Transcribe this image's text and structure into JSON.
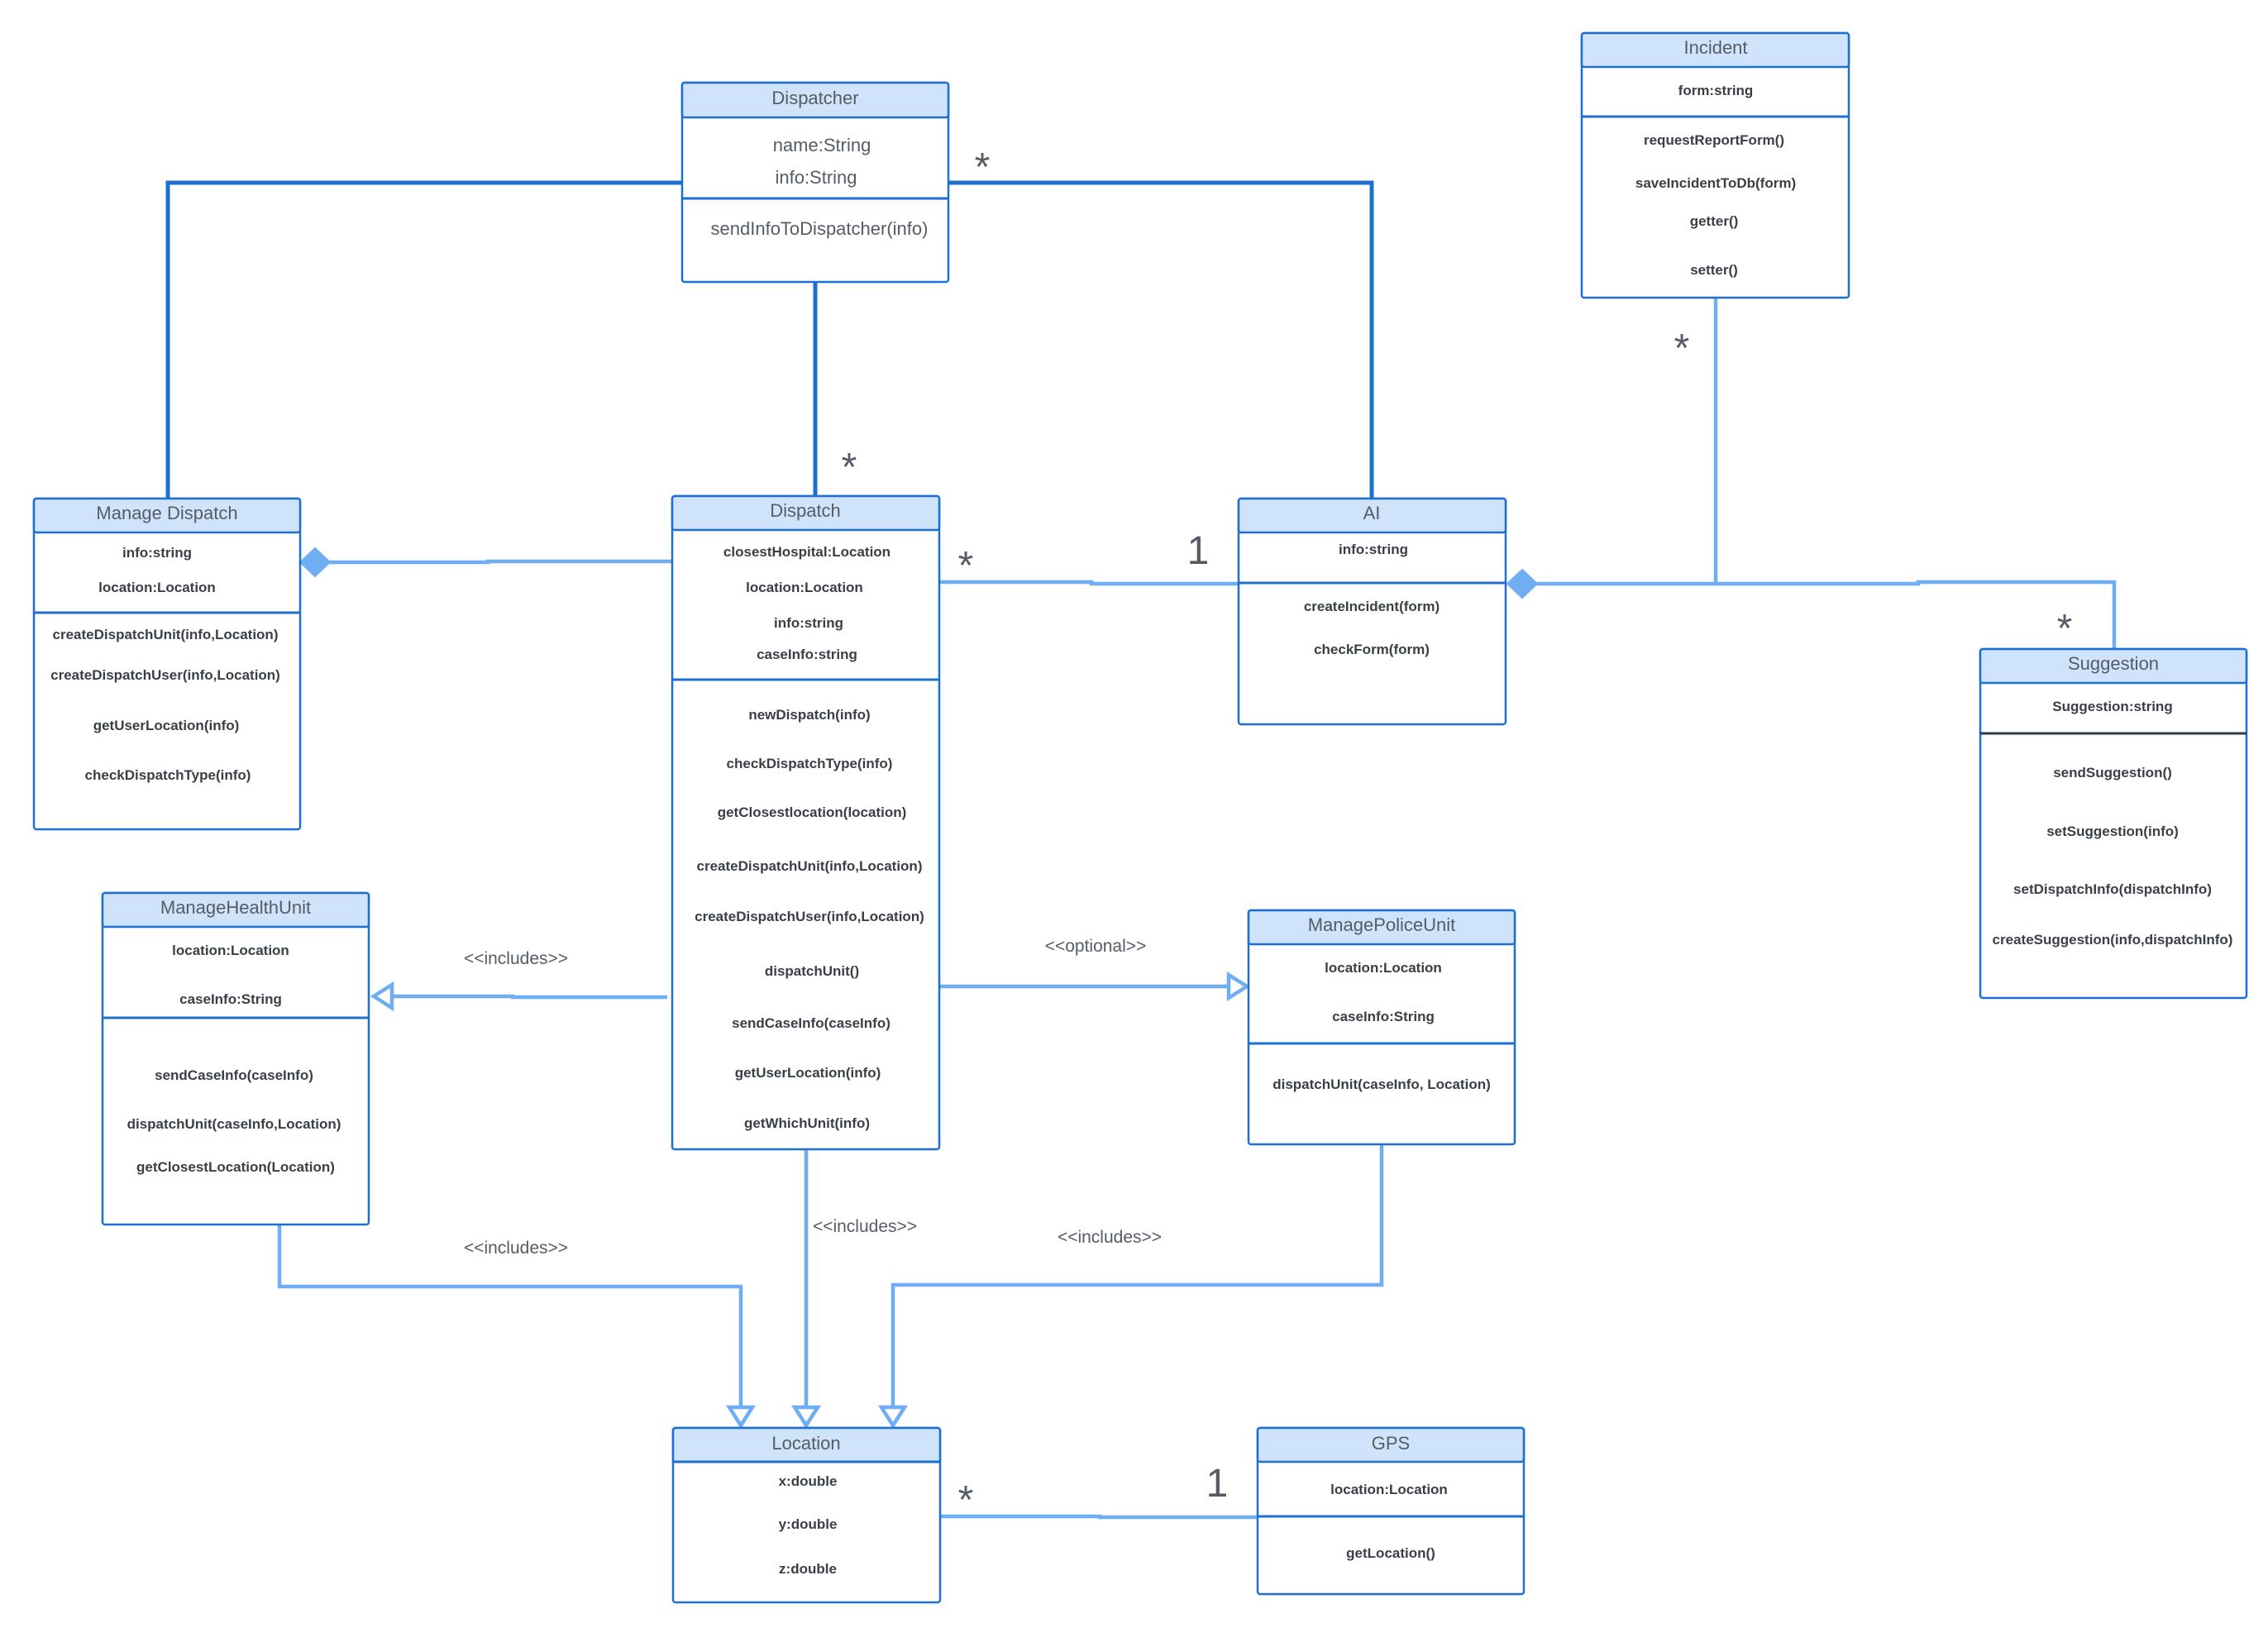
{
  "classes": {
    "dispatcher": {
      "title": "Dispatcher",
      "attrs": [
        "name:String",
        "info:String"
      ],
      "methods": [
        "sendInfoToDispatcher(info)"
      ]
    },
    "incident": {
      "title": "Incident",
      "attrs": [
        "form:string"
      ],
      "methods": [
        "requestReportForm()",
        "saveIncidentToDb(form)",
        "getter()",
        "setter()"
      ]
    },
    "manage_dispatch": {
      "title": "Manage Dispatch",
      "attrs": [
        "info:string",
        "location:Location"
      ],
      "methods": [
        "createDispatchUnit(info,Location)",
        "createDispatchUser(info,Location)",
        "getUserLocation(info)",
        "checkDispatchType(info)"
      ]
    },
    "dispatch": {
      "title": "Dispatch",
      "attrs": [
        "closestHospital:Location",
        "location:Location",
        "info:string",
        "caseInfo:string"
      ],
      "methods": [
        "newDispatch(info)",
        "checkDispatchType(info)",
        "getClosestlocation(location)",
        "createDispatchUnit(info,Location)",
        "createDispatchUser(info,Location)",
        "dispatchUnit()",
        "sendCaseInfo(caseInfo)",
        "getUserLocation(info)",
        "getWhichUnit(info)"
      ]
    },
    "ai": {
      "title": "AI",
      "attrs": [
        "info:string"
      ],
      "methods": [
        "createIncident(form)",
        "checkForm(form)"
      ]
    },
    "suggestion": {
      "title": "Suggestion",
      "attrs": [
        "Suggestion:string"
      ],
      "methods": [
        "sendSuggestion()",
        "setSuggestion(info)",
        "setDispatchInfo(dispatchInfo)",
        "createSuggestion(info,dispatchInfo)"
      ]
    },
    "manage_health_unit": {
      "title": "ManageHealthUnit",
      "attrs": [
        "location:Location",
        "caseInfo:String"
      ],
      "methods": [
        "sendCaseInfo(caseInfo)",
        "dispatchUnit(caseInfo,Location)",
        "getClosestLocation(Location)"
      ]
    },
    "manage_police_unit": {
      "title": "ManagePoliceUnit",
      "attrs": [
        "location:Location",
        "caseInfo:String"
      ],
      "methods": [
        "dispatchUnit(caseInfo, Location)"
      ]
    },
    "location": {
      "title": "Location",
      "attrs": [
        "x:double",
        "y:double",
        "z:double"
      ],
      "methods": []
    },
    "gps": {
      "title": "GPS",
      "attrs": [
        "location:Location"
      ],
      "methods": [
        "getLocation()"
      ]
    }
  },
  "multiplicities": {
    "dispatcher_right": "*",
    "dispatch_top": "*",
    "incident_bottom": "*",
    "dispatch_to_ai": "*",
    "ai_from_dispatch": "1",
    "suggestion_top": "*",
    "location_to_gps": "*",
    "gps_from_location": "1"
  },
  "stereotypes": {
    "includes_health": "<<includes>>",
    "optional_police": "<<optional>>",
    "includes_health_location": "<<includes>>",
    "includes_dispatch_location": "<<includes>>",
    "includes_police_location": "<<includes>>"
  },
  "colors": {
    "header_fill": "#cfe4fb",
    "border": "#1d6fd1",
    "light_line": "#6faef2"
  }
}
